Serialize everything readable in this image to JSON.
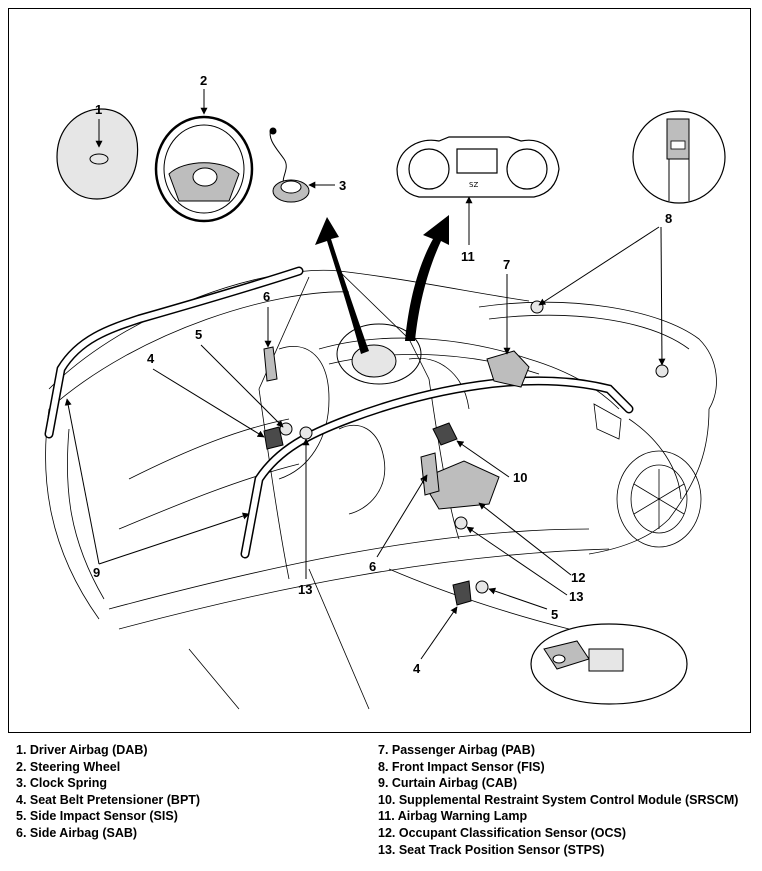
{
  "callouts": {
    "c1": "1",
    "c2": "2",
    "c3": "3",
    "c4a": "4",
    "c4b": "4",
    "c5a": "5",
    "c5b": "5",
    "c6a": "6",
    "c6b": "6",
    "c7": "7",
    "c8": "8",
    "c9": "9",
    "c10": "10",
    "c11": "11",
    "c12": "12",
    "c13a": "13",
    "c13b": "13"
  },
  "legend": {
    "left": [
      "1. Driver Airbag (DAB)",
      "2. Steering Wheel",
      "3. Clock Spring",
      "4. Seat Belt Pretensioner (BPT)",
      "5. Side Impact Sensor (SIS)",
      "6. Side Airbag (SAB)"
    ],
    "right": [
      "7. Passenger Airbag (PAB)",
      "8. Front Impact Sensor (FIS)",
      "9. Curtain Airbag (CAB)",
      "10. Supplemental Restraint System Control Module (SRSCM)",
      "11. Airbag Warning Lamp",
      "12. Occupant Classification Sensor (OCS)",
      "13. Seat Track Position Sensor (STPS)"
    ]
  },
  "colors": {
    "line": "#000000",
    "fill_light": "#e6e6e6",
    "fill_mid": "#bdbdbd",
    "fill_dark": "#4a4a4a"
  }
}
